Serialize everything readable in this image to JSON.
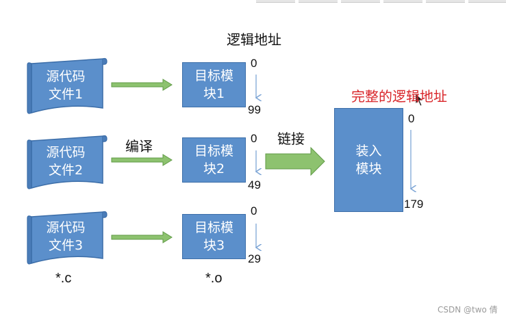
{
  "logical_address_title": "逻辑地址",
  "complete_logical_address": "完整的逻辑地址",
  "compile_label": "编译",
  "link_label": "链接",
  "source_ext": "*.c",
  "object_ext": "*.o",
  "sources": [
    {
      "line1": "源代码",
      "line2": "文件1"
    },
    {
      "line1": "源代码",
      "line2": "文件2"
    },
    {
      "line1": "源代码",
      "line2": "文件3"
    }
  ],
  "objects": [
    {
      "line1": "目标模",
      "line2": "块1",
      "start": "0",
      "end": "99"
    },
    {
      "line1": "目标模",
      "line2": "块2",
      "start": "0",
      "end": "49"
    },
    {
      "line1": "目标模",
      "line2": "块3",
      "start": "0",
      "end": "29"
    }
  ],
  "load_module": {
    "line1": "装入",
    "line2": "模块",
    "start": "0",
    "end": "179"
  },
  "watermark": "CSDN @two 倩",
  "colors": {
    "box_fill": "#5b8fcb",
    "box_border": "#3b6da8",
    "arrow_green": "#8dc26f",
    "arrow_green_dark": "#5f9a45",
    "address_arrow": "#7ea6d6",
    "red_text": "#d9262a"
  }
}
